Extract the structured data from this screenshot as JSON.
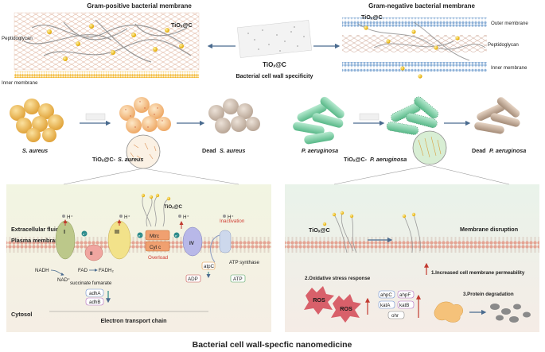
{
  "top": {
    "gram_positive_title": "Gram-positive bacterial membrane",
    "gram_negative_title": "Gram-negative bacterial membrane",
    "peptidoglycan_left": "Peptidoglycan",
    "inner_membrane_left": "Inner membrane",
    "tio_c_left": "TiOₓ@C",
    "center_label": "TiOₓ@C",
    "center_caption": "Bacterial cell wall specificity",
    "tio_c_right": "TiOₓ@C",
    "outer_membrane": "Outer membrane",
    "peptidoglycan_right": "Peptidoglycan",
    "inner_membrane_right": "Inner membrane"
  },
  "middle": {
    "s_aureus": "S. aureus",
    "tio_s_aureus_prefix": "TiOₓ@C-",
    "tio_s_aureus_name": "S. aureus",
    "dead_s_aureus_prefix": "Dead ",
    "dead_s_aureus_name": "S. aureus",
    "p_aeruginosa": "P. aeruginosa",
    "tio_p_aeruginosa_prefix": "TiOₓ@C-",
    "tio_p_aeruginosa_name": "P. aeruginosa",
    "dead_p_aeruginosa_prefix": "Dead ",
    "dead_p_aeruginosa_name": "P. aeruginosa"
  },
  "left_panel": {
    "extracellular": "Extracellular fluid",
    "plasma_membrane": "Plasma membrane",
    "cytosol": "Cytosol",
    "h_plus": "H⁺",
    "tio_c": "TiOₓ@C",
    "inactivation": "Inactivation",
    "overload": "Overload",
    "complex_1": "I",
    "complex_2": "II",
    "complex_3": "III",
    "complex_4": "IV",
    "mtrc": "Mtrc",
    "cytc": "Cyt c",
    "nadh": "NADH",
    "nad": "NAD⁺",
    "fad": "FAD",
    "fadh2": "FADH₂",
    "succinate_fumarate": "succinate fumarate",
    "adhA": "adhA",
    "adhB": "adhB",
    "atpc": "atpC",
    "adp": "ADP",
    "atp": "ATP",
    "atp_synthase": "ATP synthase",
    "electron": "e⁻",
    "etc_caption": "Electron transport chain"
  },
  "right_panel": {
    "tio_c": "TiOₓ@C",
    "membrane_disruption": "Membrane disruption",
    "oxidative_stress": "2.Oxidative stress response",
    "permeability": "1.Increased cell membrane permeability",
    "ros_1": "ROS",
    "ros_2": "ROS",
    "ahpC": "ahpC",
    "ahpF": "ahpF",
    "katA": "katA",
    "katB": "katB",
    "ohr": "ohr",
    "protein_degradation": "3.Protein degradation"
  },
  "footer": {
    "title": "Bacterial cell wall-specfic nanomedicine"
  },
  "colors": {
    "arrow": "#4a6b8f",
    "s_aureus": "#e8b24a",
    "p_aeruginosa": "#7fd0a4",
    "dead": "#c9b7a6",
    "ros": "#d8606a",
    "membrane_head": "#e4a494",
    "nanoparticle": "#f2c81e"
  },
  "icons": [
    "arrow-right-icon",
    "arrow-left-icon",
    "electron-icon",
    "up-arrow-icon",
    "down-arrow-icon"
  ]
}
